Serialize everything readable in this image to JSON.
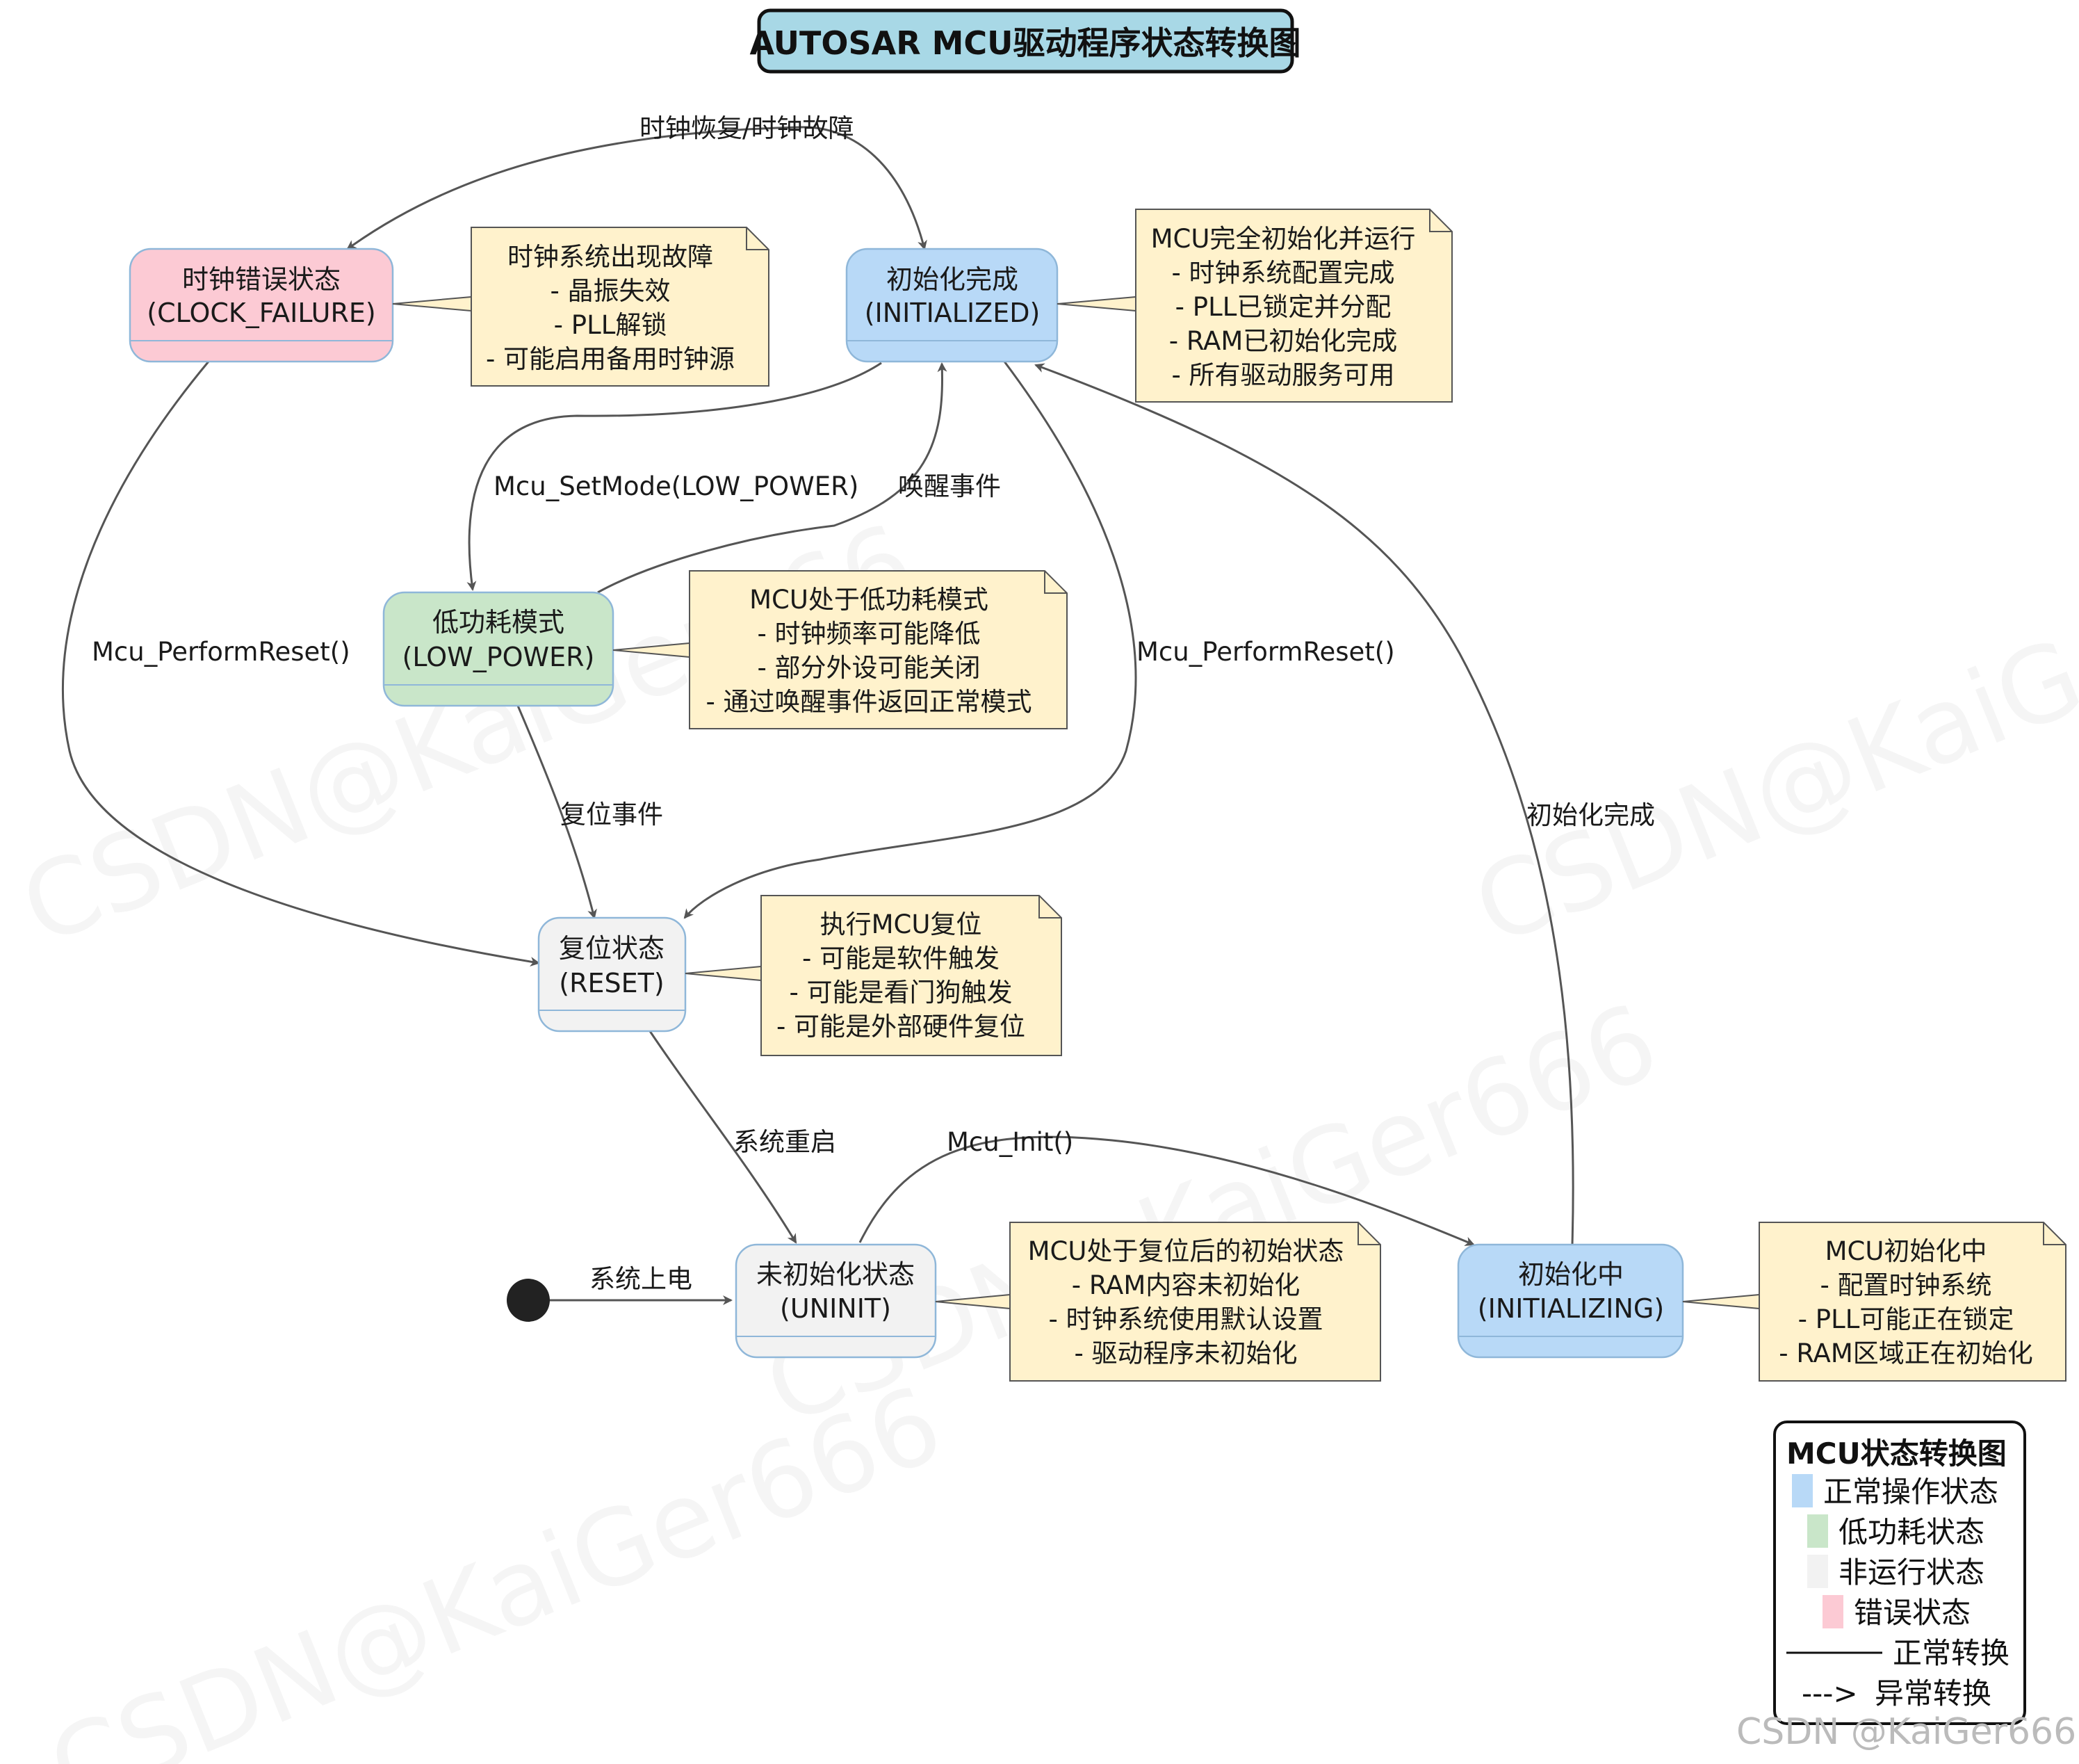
{
  "title": "AUTOSAR MCU驱动程序状态转换图",
  "colors": {
    "normal": "#b8d9f7",
    "low_power": "#c9e6c9",
    "non_running": "#f2f2f2",
    "error": "#fccad4",
    "note_fill": "#fff2cc"
  },
  "states": {
    "clock_failure": [
      "时钟错误状态",
      "(CLOCK_FAILURE)"
    ],
    "initialized": [
      "初始化完成",
      "(INITIALIZED)"
    ],
    "low_power": [
      "低功耗模式",
      "(LOW_POWER)"
    ],
    "reset": [
      "复位状态",
      "(RESET)"
    ],
    "uninit": [
      "未初始化状态",
      "(UNINIT)"
    ],
    "initializing": [
      "初始化中",
      "(INITIALIZING)"
    ]
  },
  "notes": {
    "clock_failure": [
      "时钟系统出现故障",
      "- 晶振失效",
      "- PLL解锁",
      "- 可能启用备用时钟源"
    ],
    "initialized": [
      "MCU完全初始化并运行",
      "- 时钟系统配置完成",
      "- PLL已锁定并分配",
      "- RAM已初始化完成",
      "- 所有驱动服务可用"
    ],
    "low_power": [
      "MCU处于低功耗模式",
      "- 时钟频率可能降低",
      "- 部分外设可能关闭",
      "- 通过唤醒事件返回正常模式"
    ],
    "reset": [
      "执行MCU复位",
      "- 可能是软件触发",
      "- 可能是看门狗触发",
      "- 可能是外部硬件复位"
    ],
    "uninit": [
      "MCU处于复位后的初始状态",
      "- RAM内容未初始化",
      "- 时钟系统使用默认设置",
      "- 驱动程序未初始化"
    ],
    "initializing": [
      "MCU初始化中",
      "- 配置时钟系统",
      "- PLL可能正在锁定",
      "- RAM区域正在初始化"
    ]
  },
  "transitions": {
    "power_on": "系统上电",
    "mcu_init": "Mcu_Init()",
    "init_done": "初始化完成",
    "set_low_power": "Mcu_SetMode(LOW_POWER)",
    "wakeup": "唤醒事件",
    "reset_event": "复位事件",
    "perform_reset_init": "Mcu_PerformReset()",
    "perform_reset_clock": "Mcu_PerformReset()",
    "system_restart": "系统重启",
    "top_overlap": "时钟恢复/时钟故障"
  },
  "legend": {
    "title": "MCU状态转换图",
    "items": [
      "正常操作状态",
      "低功耗状态",
      "非运行状态",
      "错误状态"
    ],
    "normal_transition": "正常转换",
    "abnormal_transition_marker": "--->",
    "abnormal_transition": "异常转换"
  },
  "watermark": "CSDN@KaiGer666",
  "credit": "CSDN @KaiGer666"
}
